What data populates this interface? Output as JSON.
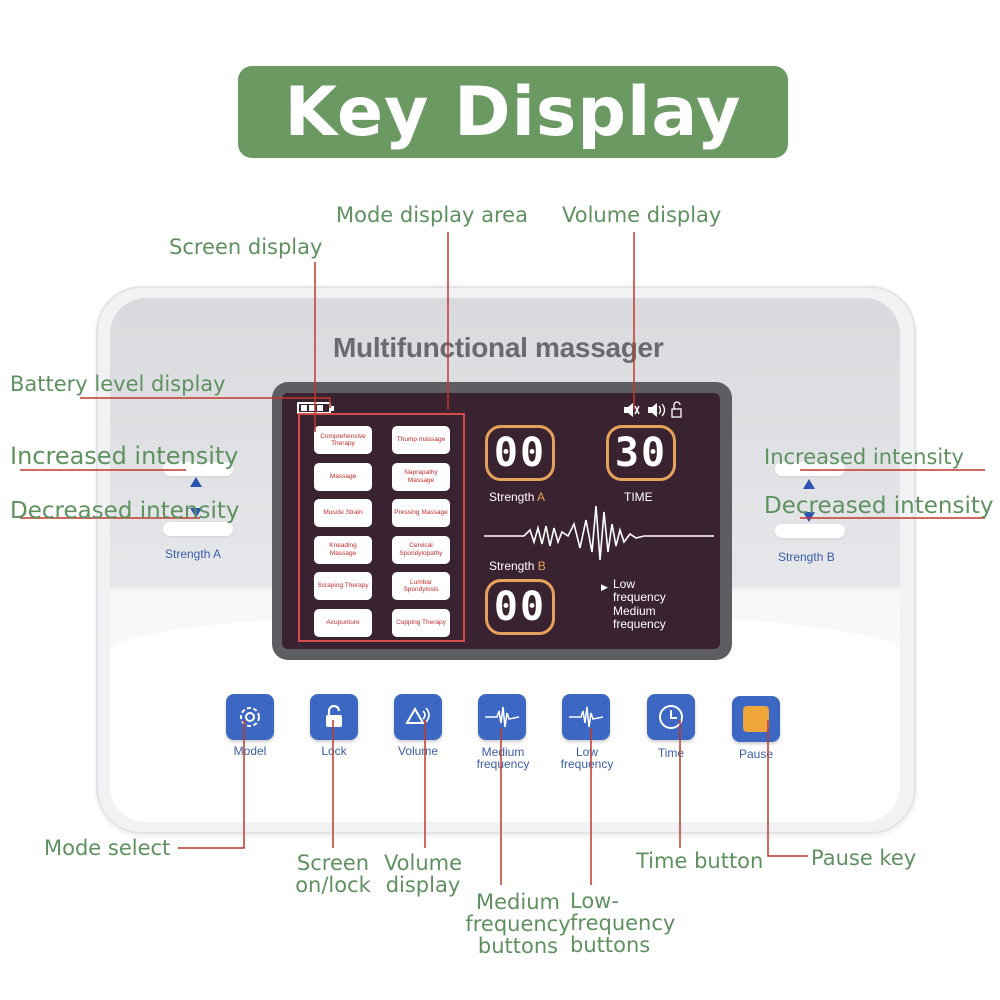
{
  "title": "Key Display",
  "device": {
    "name": "Multifunctional massager",
    "strength_a_label": "Strength A",
    "strength_b_label": "Strength B"
  },
  "lcd": {
    "strength_a_value": "00",
    "strength_b_value": "00",
    "time_value": "30",
    "strength_a_text": "Strength ",
    "strength_a_letter": "A",
    "strength_b_text": "Strength ",
    "strength_b_letter": "B",
    "time_text": "TIME",
    "low_frequency": "Low frequency",
    "medium_frequency": "Medium frequency",
    "modes": [
      "Comprehensive Therapy",
      "Thump massage",
      "Massage",
      "Naprapathy Massage",
      "Muscle Strain",
      "Pressing Massage",
      "Kneading Massage",
      "Cervical Spondylopathy",
      "Scraping Therapy",
      "Lumbar Spondylosis",
      "Acupunture",
      "Cupping Therapy"
    ]
  },
  "buttons": {
    "model": "Model",
    "lock": "Lock",
    "volume": "Volume",
    "medium_frequency": "Medium frequency",
    "low_frequency": "Low frequency",
    "time": "Time",
    "pause": "Pause"
  },
  "callouts": {
    "mode_display_area": "Mode display area",
    "volume_display_top": "Volume display",
    "screen_display": "Screen display",
    "battery_level_display": "Battery level display",
    "increased_intensity_left": "Increased intensity",
    "decreased_intensity_left": "Decreased intensity",
    "increased_intensity_right": "Increased intensity",
    "decreased_intensity_right": "Decreased intensity",
    "mode_select": "Mode select",
    "screen_on_lock": "Screen on/lock",
    "volume_display_bottom": "Volume display",
    "medium_frequency_buttons": "Medium frequency buttons",
    "low_frequency_buttons": "Low-frequency buttons",
    "time_button": "Time button",
    "pause_key": "Pause key"
  },
  "colors": {
    "banner": "#6a9a62",
    "callout_text": "#5f9160",
    "leader_line": "#c0392b",
    "button_blue": "#3c67c2",
    "lcd_bg": "#3a2330",
    "lcd_accent": "#e4a25a"
  }
}
